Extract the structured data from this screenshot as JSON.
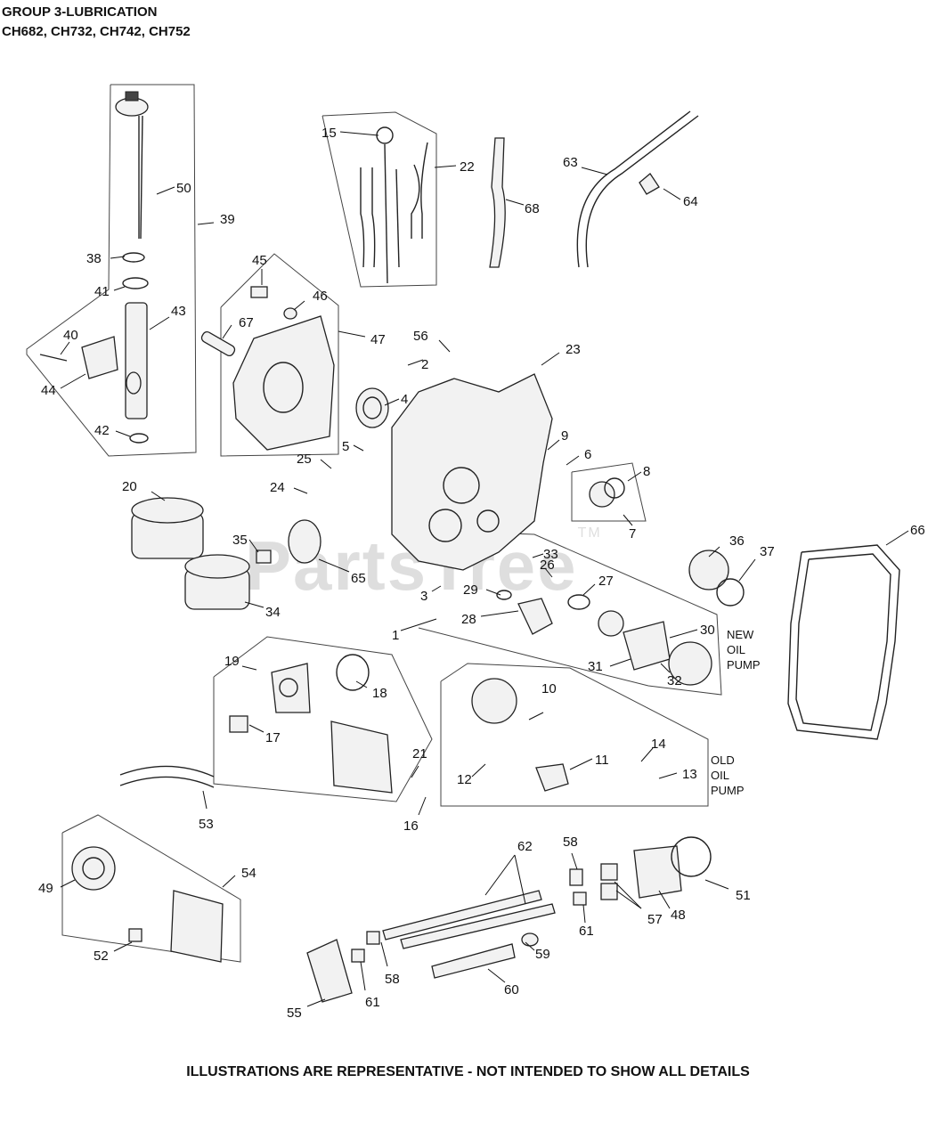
{
  "header": {
    "title": "GROUP 3-LUBRICATION",
    "models": "CH682, CH732, CH742, CH752"
  },
  "footer": "ILLUSTRATIONS ARE REPRESENTATIVE - NOT INTENDED TO SHOW ALL DETAILS",
  "watermark": {
    "text": "PartsTree",
    "tm": "TM"
  },
  "notes": {
    "new_pump": [
      "NEW",
      "OIL",
      "PUMP"
    ],
    "old_pump": [
      "OLD",
      "OIL",
      "PUMP"
    ]
  },
  "callouts": [
    "1",
    "2",
    "3",
    "4",
    "5",
    "6",
    "7",
    "8",
    "9",
    "10",
    "11",
    "12",
    "13",
    "14",
    "15",
    "16",
    "17",
    "18",
    "19",
    "20",
    "21",
    "22",
    "23",
    "24",
    "25",
    "26",
    "27",
    "28",
    "29",
    "30",
    "31",
    "32",
    "33",
    "34",
    "35",
    "36",
    "37",
    "38",
    "39",
    "40",
    "41",
    "42",
    "43",
    "44",
    "45",
    "46",
    "47",
    "48",
    "49",
    "50",
    "51",
    "52",
    "53",
    "54",
    "55",
    "56",
    "57",
    "58",
    "58",
    "59",
    "60",
    "61",
    "61",
    "62",
    "63",
    "64",
    "65",
    "66",
    "67",
    "68"
  ]
}
